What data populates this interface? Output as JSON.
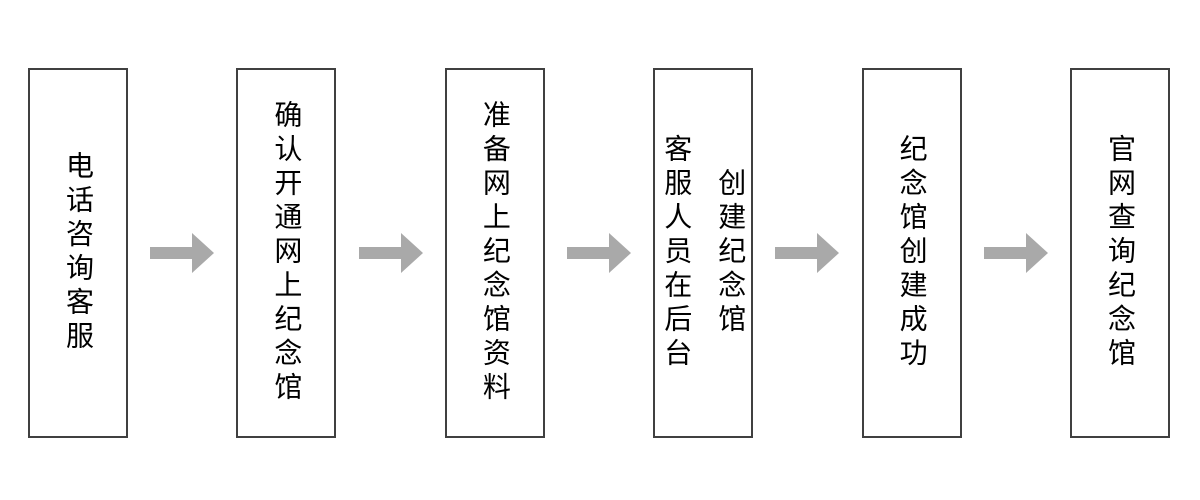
{
  "flow": {
    "title": "memorial-hall-creation-flow",
    "steps": [
      {
        "text": "电话咨询客服"
      },
      {
        "text": "确认开通网上纪念馆"
      },
      {
        "text": "准备网上纪念馆资料"
      },
      {
        "text": "客服人员在后台\n创建纪念馆"
      },
      {
        "text": "纪念馆创建成功"
      },
      {
        "text": "官网查询纪念馆"
      }
    ],
    "colors": {
      "background": "#ffffff",
      "border": "#404040",
      "text": "#000000",
      "arrow": "#a9a9a9"
    }
  }
}
